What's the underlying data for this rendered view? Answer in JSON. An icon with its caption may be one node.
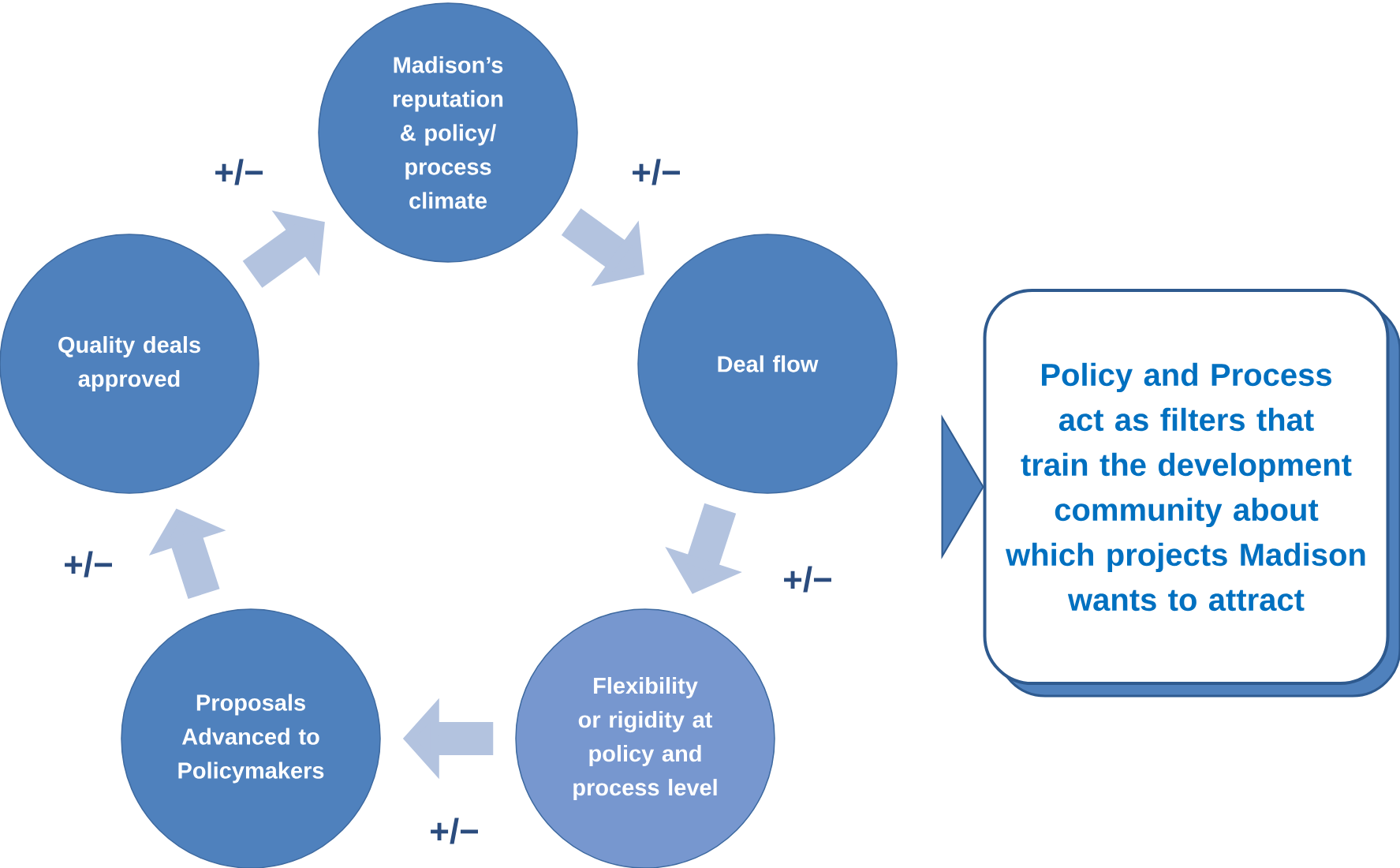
{
  "diagram": {
    "nodes": [
      {
        "text": [
          "Madison’s reputation & policy/ process climate"
        ]
      },
      {
        "text": [
          "Deal flow"
        ]
      },
      {
        "text": [
          "Flexibility or rigidity at policy and process level"
        ]
      },
      {
        "text": [
          "Proposals Advanced to Policymakers"
        ]
      },
      {
        "text": [
          "Quality deals approved"
        ]
      },
      {
        "text": [
          "Policy and Process act as filters that train the development community about which projects Madison wants to attract"
        ]
      }
    ],
    "edges": [
      {
        "from": 4,
        "to": 0,
        "arrow": "to",
        "label": "+/−"
      },
      {
        "from": 0,
        "to": 1,
        "arrow": "to",
        "label": "+/−"
      },
      {
        "from": 1,
        "to": 2,
        "arrow": "to",
        "label": "+/−"
      },
      {
        "from": 2,
        "to": 3,
        "arrow": "to",
        "label": "+/−"
      },
      {
        "from": 3,
        "to": 4,
        "arrow": "to",
        "label": "+/−"
      },
      {
        "from": null,
        "to": 5,
        "arrow": "to",
        "color": "#4f81bd"
      }
    ]
  }
}
